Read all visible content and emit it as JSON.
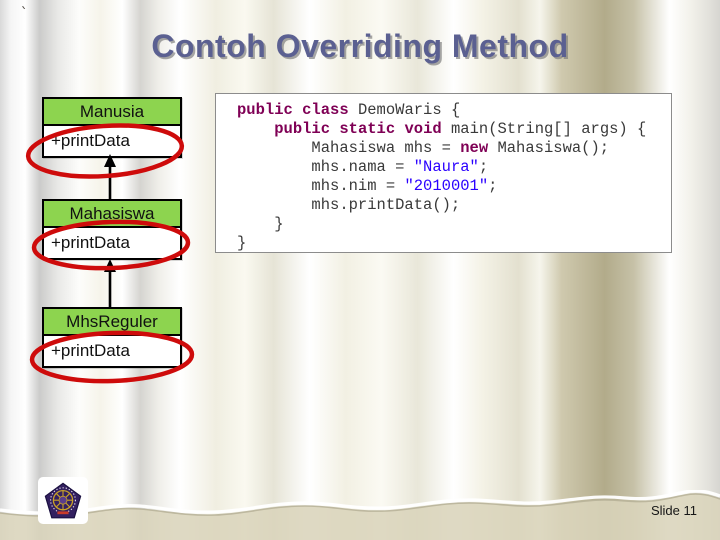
{
  "slide": {
    "title": "Contoh Overriding Method",
    "slide_label": "Slide 11",
    "stray_mark": "`"
  },
  "diagram": {
    "relation": "inheritance-arrow-up",
    "classes": [
      {
        "name": "Manusia",
        "method": "+printData",
        "highlighted": true
      },
      {
        "name": "Mahasiswa",
        "method": "+printData",
        "highlighted": true
      },
      {
        "name": "MhsReguler",
        "method": "+printData",
        "highlighted": true
      }
    ]
  },
  "code": {
    "lines": [
      [
        {
          "type": "keyword",
          "text": "public"
        },
        {
          "type": "plain",
          "text": " "
        },
        {
          "type": "keyword",
          "text": "class"
        },
        {
          "type": "plain",
          "text": " DemoWaris {"
        }
      ],
      [
        {
          "type": "plain",
          "text": "    "
        },
        {
          "type": "keyword",
          "text": "public"
        },
        {
          "type": "plain",
          "text": " "
        },
        {
          "type": "keyword",
          "text": "static"
        },
        {
          "type": "plain",
          "text": " "
        },
        {
          "type": "keyword",
          "text": "void"
        },
        {
          "type": "plain",
          "text": " main(String[] args) {"
        }
      ],
      [
        {
          "type": "plain",
          "text": "        Mahasiswa mhs = "
        },
        {
          "type": "keyword",
          "text": "new"
        },
        {
          "type": "plain",
          "text": " Mahasiswa();"
        }
      ],
      [
        {
          "type": "plain",
          "text": "        mhs.nama = "
        },
        {
          "type": "string",
          "text": "\"Naura\""
        },
        {
          "type": "plain",
          "text": ";"
        }
      ],
      [
        {
          "type": "plain",
          "text": "        mhs.nim = "
        },
        {
          "type": "string",
          "text": "\"2010001\""
        },
        {
          "type": "plain",
          "text": ";"
        }
      ],
      [
        {
          "type": "plain",
          "text": "        mhs.printData();"
        }
      ],
      [
        {
          "type": "plain",
          "text": "    }"
        }
      ],
      [
        {
          "type": "plain",
          "text": "}"
        }
      ]
    ]
  },
  "logo": {
    "name": "university-pentagon-emblem"
  },
  "colors": {
    "class_header_green": "#8DD44F",
    "highlight_red": "#CE0B0B",
    "keyword": "#7F0055",
    "string": "#2A00FF",
    "title": "#5B6091"
  }
}
